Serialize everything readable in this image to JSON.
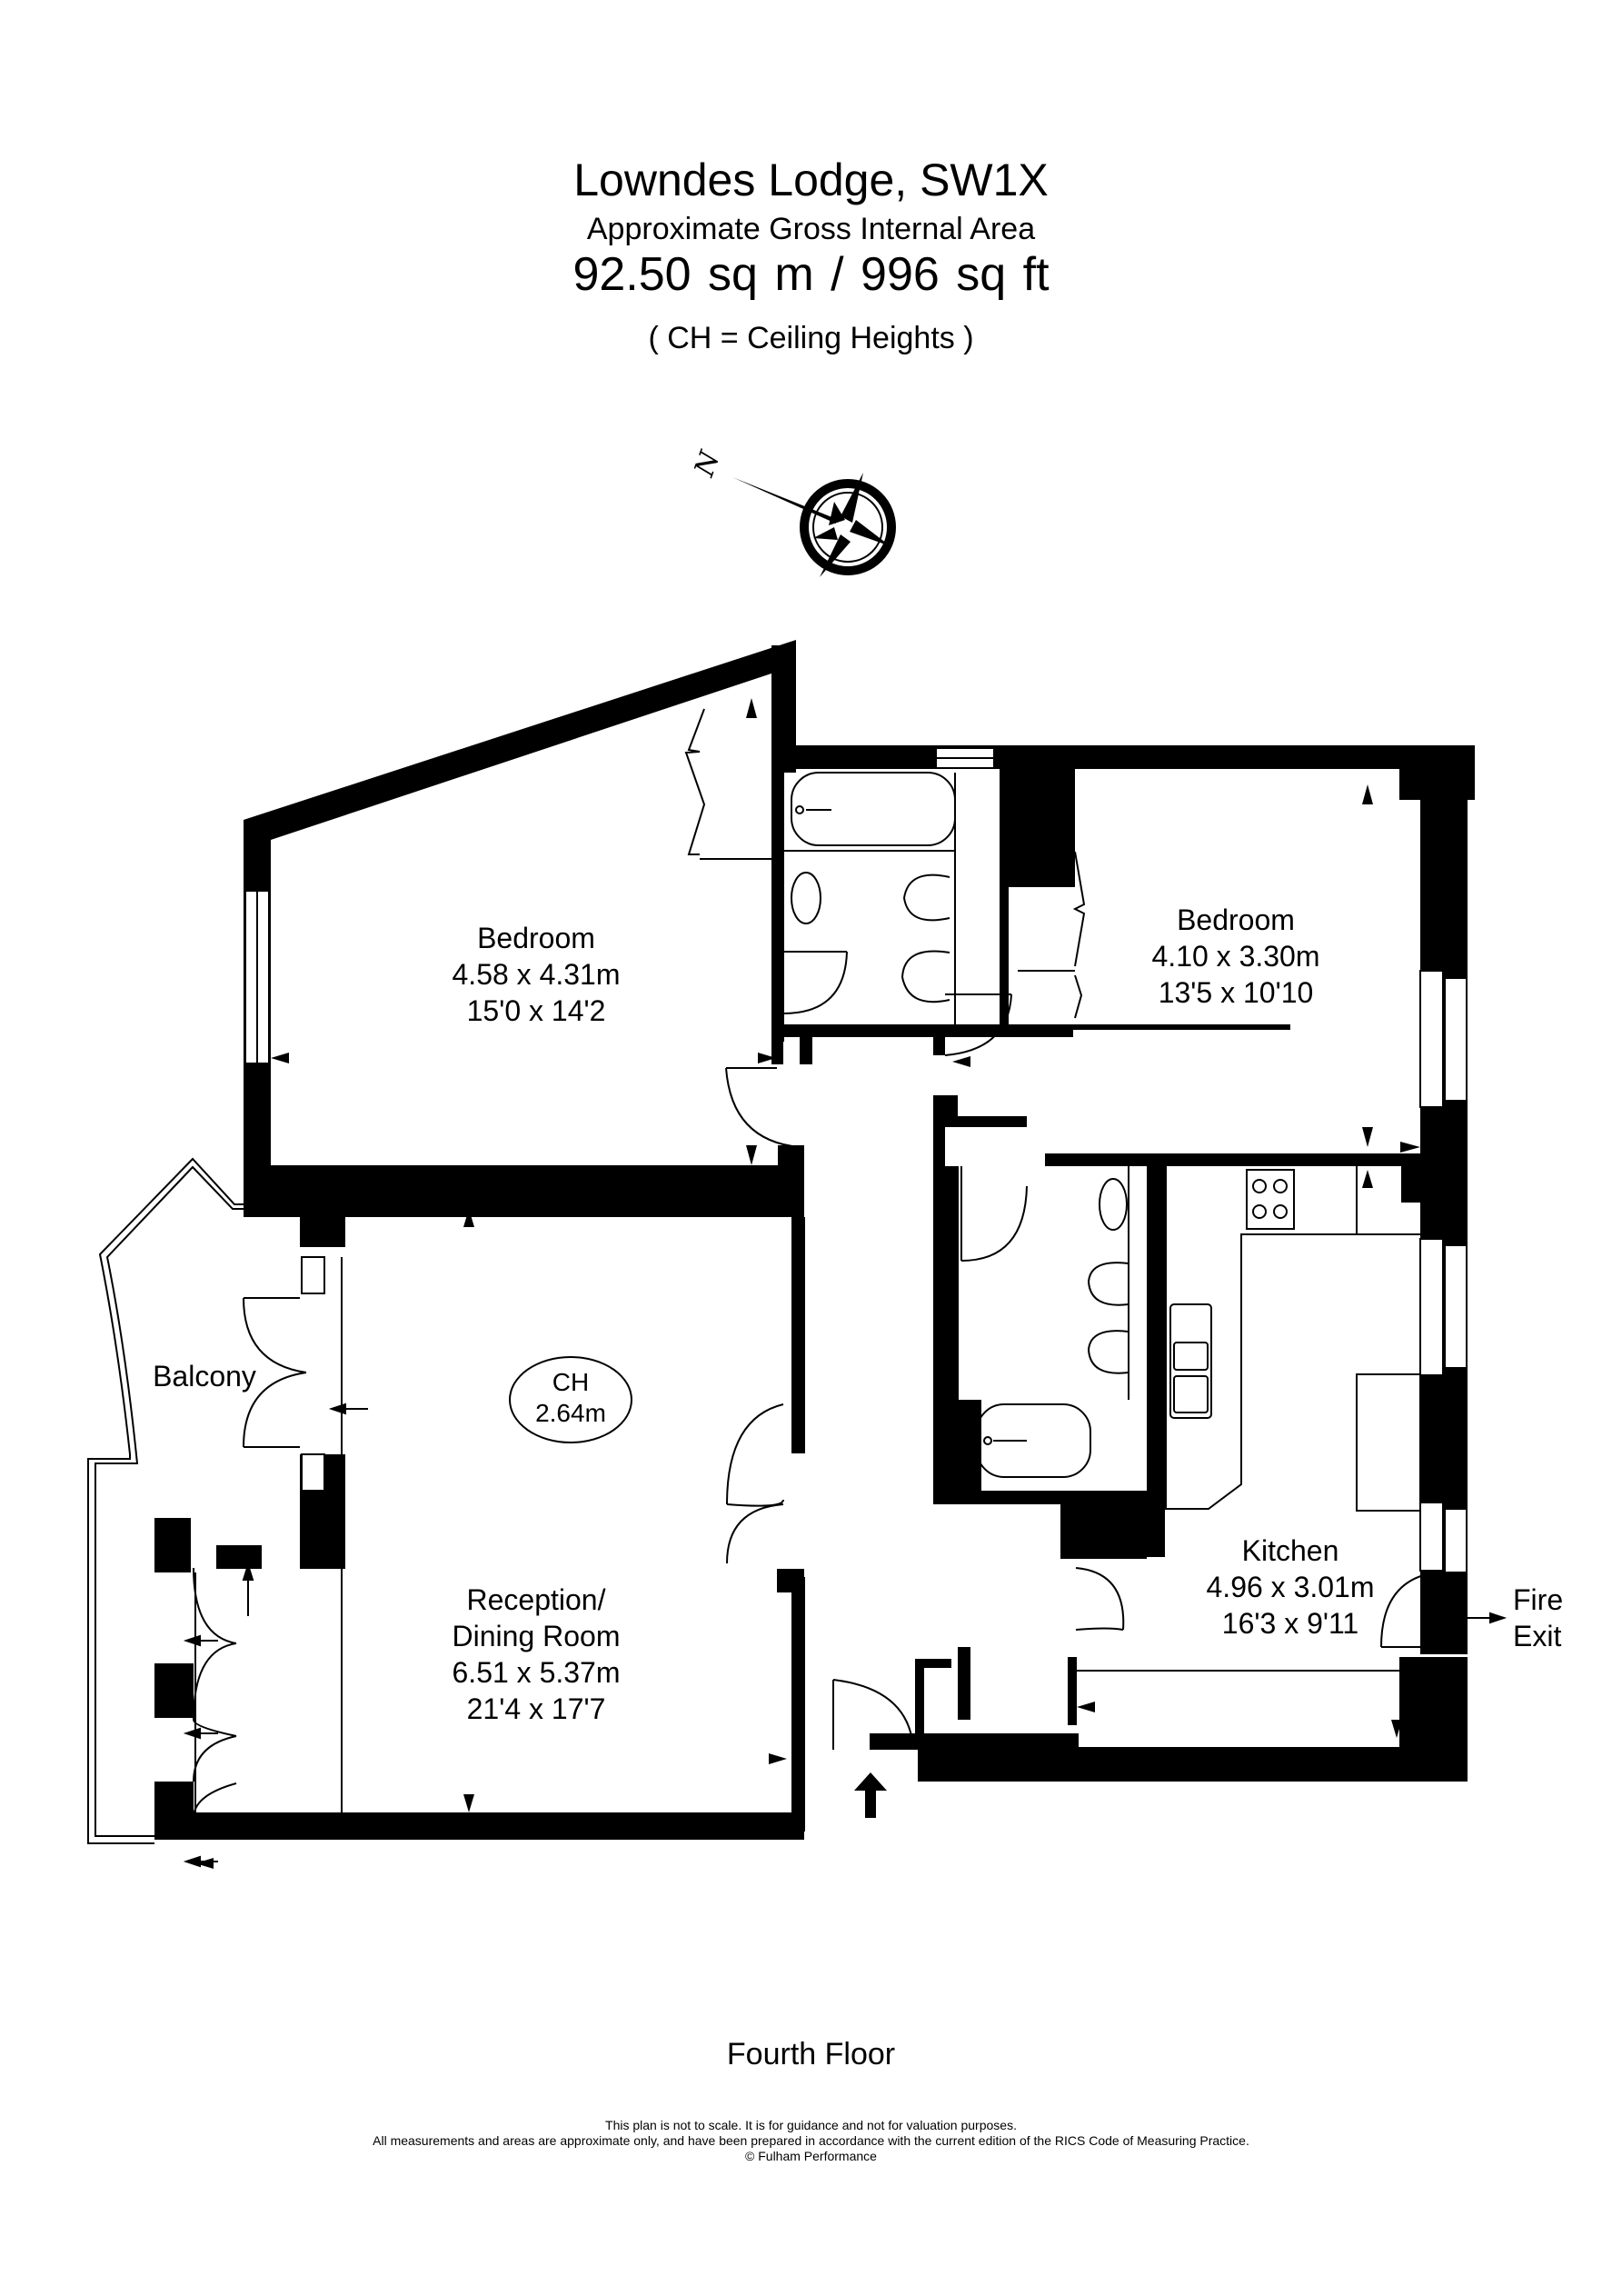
{
  "header": {
    "title": "Lowndes Lodge, SW1X",
    "subtitle": "Approximate Gross Internal Area",
    "area": "92.50 sq m  /  996 sq ft",
    "ch_note": "( CH = Ceiling Heights )"
  },
  "compass": {
    "label": "N",
    "icon": "compass-rose-icon"
  },
  "rooms": {
    "bedroom1": {
      "name": "Bedroom",
      "metric": "4.58 x 4.31m",
      "imperial": "15'0 x 14'2"
    },
    "bedroom2": {
      "name": "Bedroom",
      "metric": "4.10 x 3.30m",
      "imperial": "13'5 x 10'10"
    },
    "balcony": {
      "name": "Balcony"
    },
    "reception": {
      "name_line1": "Reception/",
      "name_line2": "Dining Room",
      "metric": "6.51 x 5.37m",
      "imperial": "21'4 x 17'7"
    },
    "kitchen": {
      "name": "Kitchen",
      "metric": "4.96 x 3.01m",
      "imperial": "16'3 x 9'11"
    }
  },
  "ceiling_height": {
    "label": "CH",
    "value": "2.64m"
  },
  "fire_exit": {
    "line1": "Fire",
    "line2": "Exit"
  },
  "entrance": {
    "icon": "entrance-arrow-icon"
  },
  "footer": {
    "floor_name": "Fourth Floor",
    "disclaimer_line1": "This plan is not to scale. It is for guidance and not for valuation purposes.",
    "disclaimer_line2": "All measurements and areas are approximate only, and have been prepared in accordance with the current edition of the RICS Code of Measuring Practice.",
    "copyright": "© Fulham Performance"
  },
  "colors": {
    "wall": "#000000",
    "background": "#ffffff",
    "line": "#000000"
  }
}
